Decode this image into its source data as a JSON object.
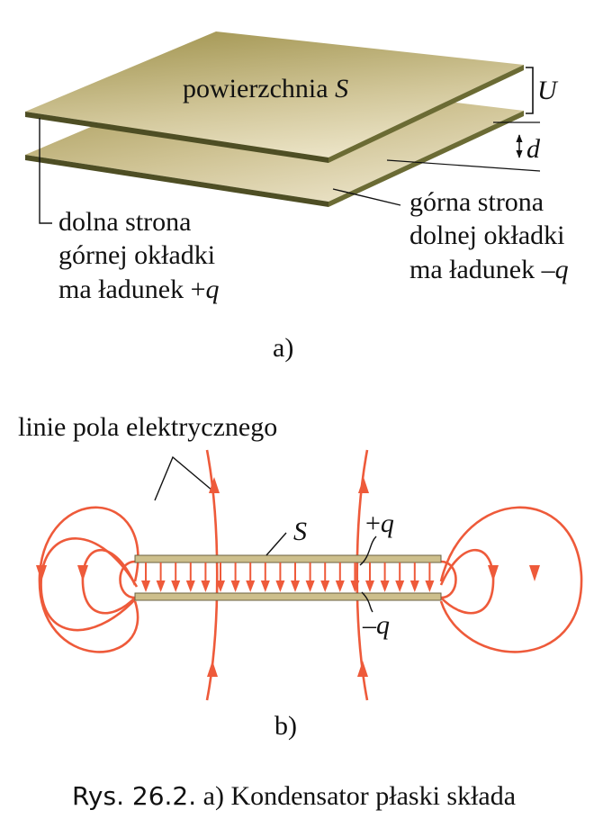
{
  "panel_a": {
    "surface_label": "powierzchnia ",
    "surface_symbol": "S",
    "voltage_symbol": "U",
    "gap_symbol": "d",
    "top_plate_note": [
      "dolna strona",
      "górnej okładki",
      "ma ładunek +"
    ],
    "top_plate_charge": "q",
    "bottom_plate_note": [
      "górna strona",
      "dolnej okładki",
      "ma ładunek –"
    ],
    "bottom_plate_charge": "q",
    "panel_label": "a)"
  },
  "panel_b": {
    "field_lines_label": "linie pola elektrycznego",
    "surface_symbol": "S",
    "plus_sign": "+",
    "plus_charge": "q",
    "minus_sign": "–",
    "minus_charge": "q",
    "panel_label": "b)"
  },
  "caption": {
    "lead": "Rys. 26.2.",
    "text": " a) Kondensator płaski składa"
  },
  "colors": {
    "plate_top_light": "#ede4c4",
    "plate_top_dark": "#a79a58",
    "plate_edge": "#5a5a2a",
    "field_line": "#ee5a3a",
    "rod": "#cdbf8c",
    "ink": "#111111"
  }
}
